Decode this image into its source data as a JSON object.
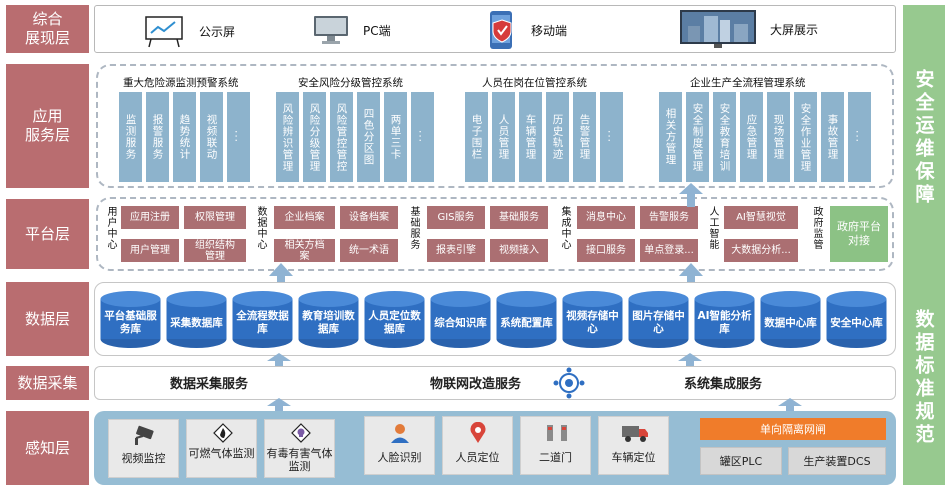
{
  "layers": {
    "display": "综合\n展现层",
    "app": "应用\n服务层",
    "platform": "平台层",
    "data": "数据层",
    "collect": "数据采集",
    "sense": "感知层"
  },
  "right_bars": [
    "安全运维保障",
    "数据标准规范"
  ],
  "display_items": [
    "公示屏",
    "PC端",
    "移动端",
    "大屏展示"
  ],
  "systems": [
    {
      "title": "重大危险源监测预警系统",
      "items": [
        "监测服务",
        "报警服务",
        "趋势统计",
        "视频联动",
        "..."
      ]
    },
    {
      "title": "安全风险分级管控系统",
      "items": [
        "风险辨识管理",
        "风险分级管理",
        "风险管控管控",
        "四色分区图",
        "两单三卡",
        "..."
      ]
    },
    {
      "title": "人员在岗在位管控系统",
      "items": [
        "电子围栏",
        "人员管理",
        "车辆管理",
        "历史轨迹",
        "告警管理",
        "..."
      ]
    },
    {
      "title": "企业生产全流程管理系统",
      "items": [
        "相关方管理",
        "安全制度管理",
        "安全教育培训",
        "应急管理",
        "现场管理",
        "安全作业管理",
        "事故管理",
        "..."
      ]
    }
  ],
  "platform": {
    "group_labels": [
      "用户中心",
      "数据中心",
      "基础服务",
      "集成中心",
      "人工智能",
      "政府监管"
    ],
    "boxes": [
      [
        "应用注册",
        "权限管理",
        "用户管理",
        "组织结构管理"
      ],
      [
        "企业档案",
        "设备档案",
        "相关方档案",
        "统一术语"
      ],
      [
        "GIS服务",
        "基础服务",
        "报表引擎",
        "视频接入"
      ],
      [
        "消息中心",
        "告警服务",
        "接口服务",
        "单点登录..."
      ],
      [
        "AI智慧视觉",
        "大数据分析..."
      ]
    ],
    "gov": "政府平台对接"
  },
  "databases": [
    "平台基础服务库",
    "采集数据库",
    "全流程数据库",
    "教育培训数据库",
    "人员定位数据库",
    "综合知识库",
    "系统配置库",
    "视频存储中心",
    "图片存储中心",
    "AI智能分析库",
    "数据中心库",
    "安全中心库"
  ],
  "collect": [
    "数据采集服务",
    "物联网改造服务",
    "系统集成服务"
  ],
  "sense": {
    "devices": [
      "视频监控",
      "可燃气体监测",
      "有毒有害气体监测",
      "人脸识别",
      "人员定位",
      "二道门",
      "车辆定位"
    ],
    "gateway": "单向隔离网闸",
    "plc": [
      "罐区PLC",
      "生产装置DCS"
    ]
  },
  "colors": {
    "layer": "#b96d70",
    "app_col": "#8db3cc",
    "platform_box": "#ab6f72",
    "db": "#2f6fc2",
    "green": "#97c98f",
    "orange": "#f07c2a"
  }
}
